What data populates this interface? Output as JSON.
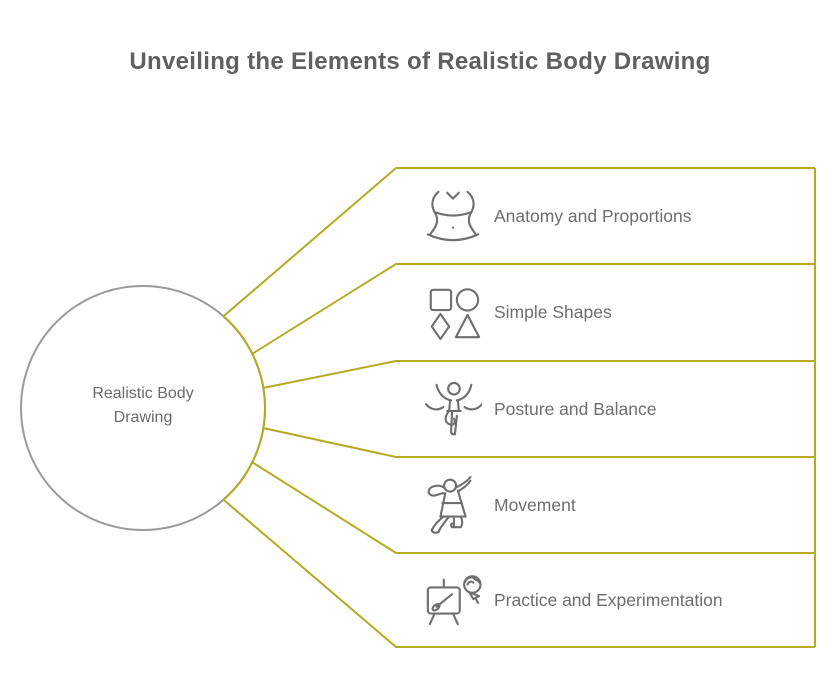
{
  "title": "Unveiling the Elements of Realistic Body Drawing",
  "center_node": {
    "label": "Realistic Body Drawing"
  },
  "branches": [
    {
      "label": "Anatomy and Proportions",
      "icon": "torso-icon"
    },
    {
      "label": "Simple Shapes",
      "icon": "basic-shapes-icon"
    },
    {
      "label": "Posture and Balance",
      "icon": "balancing-figure-icon"
    },
    {
      "label": "Movement",
      "icon": "dancing-figure-icon"
    },
    {
      "label": "Practice and Experimentation",
      "icon": "easel-and-artist-icon"
    }
  ],
  "colors": {
    "background": "#ffffff",
    "branch_line": "#b5aa21",
    "circle_border": "#9b9b9b",
    "title_text": "#606060",
    "label_text": "#6e6e6e",
    "icon_stroke": "#6f6f6f"
  }
}
